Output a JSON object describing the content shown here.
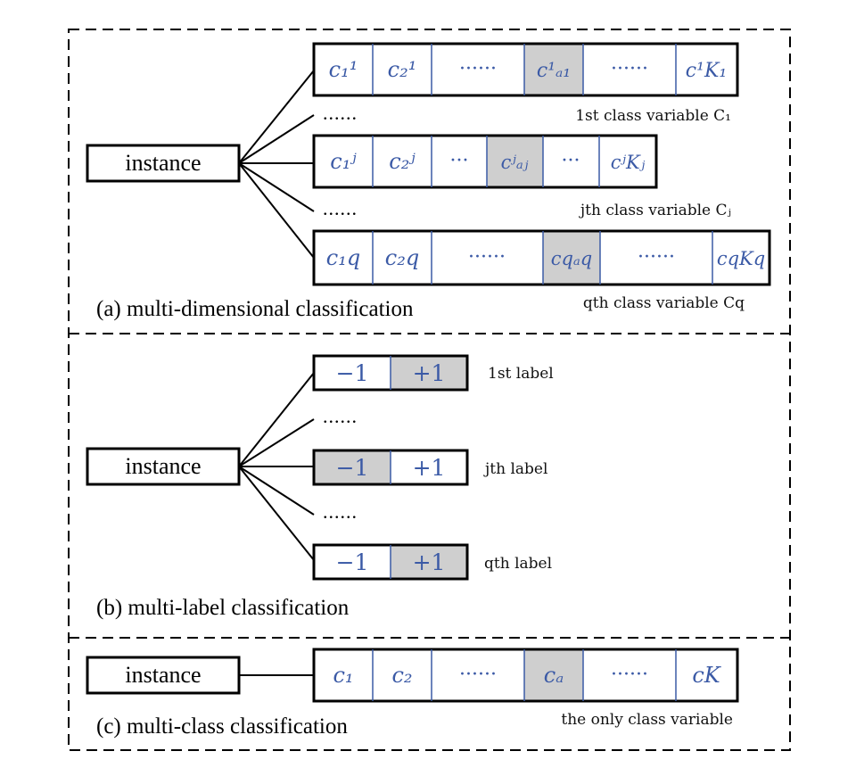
{
  "panel_a": {
    "instance": "instance",
    "caption": "(a) multi-dimensional classification",
    "dots": "......",
    "row1": {
      "label": "1st class variable C₁",
      "cells": [
        "c₁¹",
        "c₂¹",
        "······",
        "c¹ₐ₁",
        "······",
        "c¹K₁"
      ],
      "highlight_index": 3
    },
    "row2": {
      "label": "jth class variable Cⱼ",
      "cells": [
        "c₁ʲ",
        "c₂ʲ",
        "···",
        "cʲₐⱼ",
        "···",
        "cʲKⱼ"
      ],
      "highlight_index": 3
    },
    "row3": {
      "label": "qth class variable Cq",
      "cells": [
        "c₁q",
        "c₂q",
        "······",
        "cqₐq",
        "······",
        "cqKq"
      ],
      "highlight_index": 3
    }
  },
  "panel_b": {
    "instance": "instance",
    "caption": "(b) multi-label classification",
    "dots": "......",
    "row1": {
      "label": "1st label",
      "cells": [
        "−1",
        "+1"
      ],
      "highlight_index": 1
    },
    "row2": {
      "label": "jth label",
      "cells": [
        "−1",
        "+1"
      ],
      "highlight_index": 0
    },
    "row3": {
      "label": "qth label",
      "cells": [
        "−1",
        "+1"
      ],
      "highlight_index": 1
    }
  },
  "panel_c": {
    "instance": "instance",
    "caption": "(c) multi-class classification",
    "label": "the only class variable",
    "cells": [
      "c₁",
      "c₂",
      "······",
      "cₐ",
      "······",
      "cK"
    ],
    "highlight_index": 3
  },
  "colors": {
    "cell_text": "#3b5aa6",
    "highlight_fill": "#cfcfcf",
    "border": "#000000",
    "divider": "#3b5aa6"
  }
}
